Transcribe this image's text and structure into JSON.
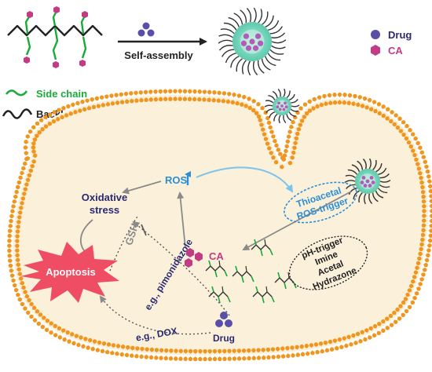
{
  "top": {
    "arrow_label": "Self-assembly",
    "legend": {
      "drug_label": "Drug",
      "ca_label": "CA",
      "side_chain_label": "Side chain",
      "backbone_label": "Backbone"
    }
  },
  "cell": {
    "ros_label": "ROS",
    "oxidative_label_1": "Oxidative",
    "oxidative_label_2": "stress",
    "gsh_label": "GSH",
    "pimonidazole_label": "e.g., pimonidazole",
    "dox_label": "e.g., DOX",
    "apoptosis_label": "Apoptosis",
    "ca_label": "CA",
    "drug_label": "Drug",
    "ros_trigger": {
      "line_1": "Thioacetal",
      "line_2": "ROS-trigger"
    },
    "ph_trigger": {
      "line_1": "pH-trigger",
      "line_2": "Imine",
      "line_3": "Acetal",
      "line_4": "Hydrazone"
    }
  },
  "colors": {
    "drug": "#5a4fa8",
    "ca": "#c23b85",
    "side_chain": "#1aaa3a",
    "backbone": "#222222",
    "membrane": "#f0961e",
    "cytoplasm": "#fbf0da",
    "ros_blue": "#2b8fd6",
    "apoptosis": "#ee4d63",
    "micelle_core": "#7bd8c2",
    "text_dark": "#2a2a70"
  }
}
